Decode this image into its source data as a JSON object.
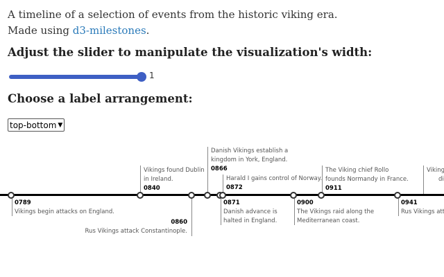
{
  "intro": {
    "text": "A timeline of a selection of events from the historic viking era. Made using ",
    "link": "d3-milestones",
    "after": "."
  },
  "slider": {
    "heading": "Adjust the slider to manipulate the visualization's width:",
    "value": "1"
  },
  "arrangement": {
    "heading": "Choose a label arrangement:",
    "selected": "top-bottom"
  },
  "timeline": {
    "events": [
      {
        "year": "0789",
        "text": "Vikings begin attacks on England."
      },
      {
        "year": "0840",
        "text": "Vikings found Dublin in Ireland."
      },
      {
        "year": "0860",
        "text": "Rus Vikings attack Constantinople."
      },
      {
        "year": "0866",
        "text": "Danish Vikings establish a kingdom in York, England."
      },
      {
        "year": "0871",
        "text": "Danish advance is halted in England."
      },
      {
        "year": "0872",
        "text": "Harald I gains control of Norway."
      },
      {
        "year": "0900",
        "text": "The Vikings raid along the Mediterranean coast."
      },
      {
        "year": "0911",
        "text": "The Viking chief Rollo founds Normandy in France."
      },
      {
        "year": "0941",
        "text": "Rus Vikings atta"
      },
      {
        "year": "",
        "text": "Viking"
      }
    ],
    "clipped_fragment": "di"
  }
}
